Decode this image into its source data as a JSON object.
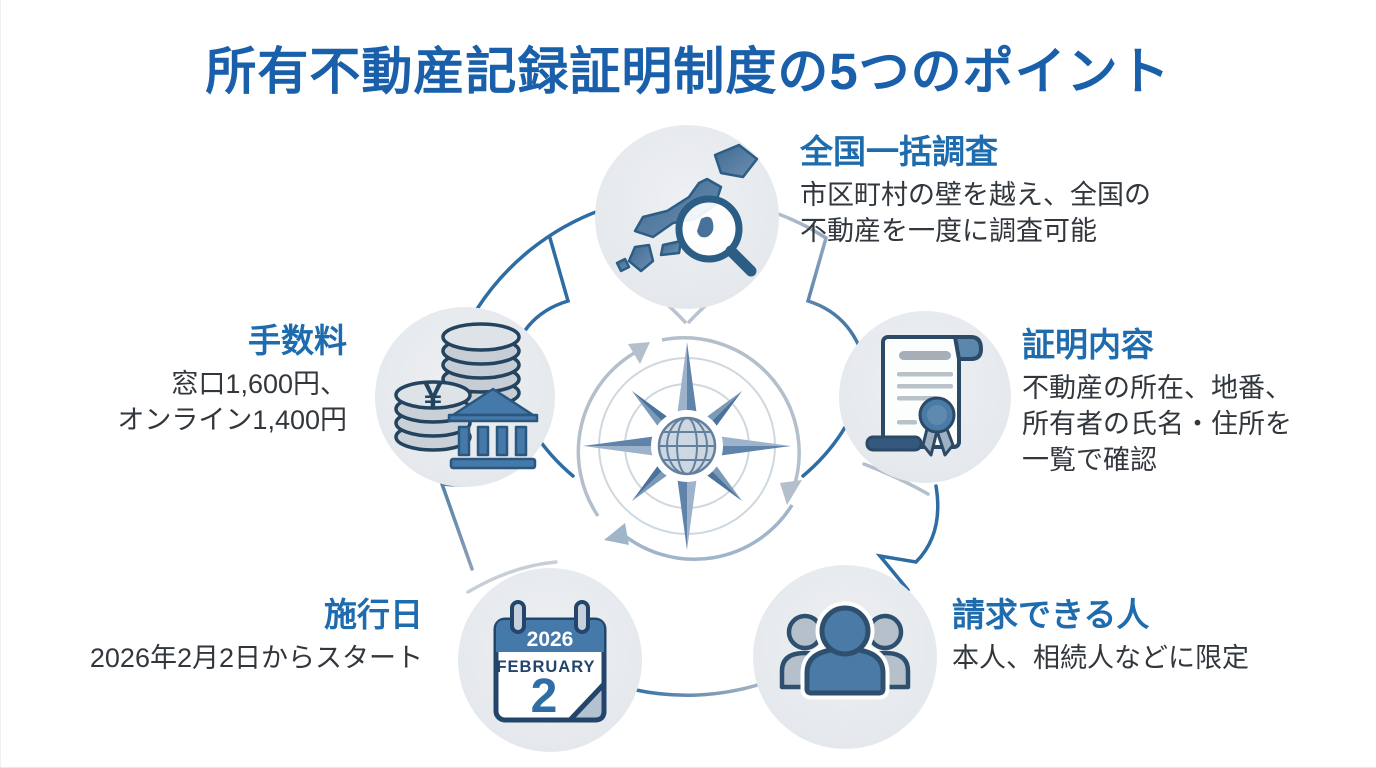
{
  "title": "所有不動産記録証明制度の5つのポイント",
  "points": [
    {
      "id": "national-survey",
      "heading": "全国一括調査",
      "lines": [
        "市区町村の壁を越え、全国の",
        "不動産を一度に調査可能"
      ],
      "icon": "japan-map-magnifier-icon"
    },
    {
      "id": "certificate-content",
      "heading": "証明内容",
      "lines": [
        "不動産の所在、地番、",
        "所有者の氏名・住所を",
        "一覧で確認"
      ],
      "icon": "certificate-ribbon-icon"
    },
    {
      "id": "eligible-requesters",
      "heading": "請求できる人",
      "lines": [
        "本人、相続人などに限定"
      ],
      "icon": "people-group-icon"
    },
    {
      "id": "effective-date",
      "heading": "施行日",
      "lines": [
        "2026年2月2日からスタート"
      ],
      "icon": "calendar-icon"
    },
    {
      "id": "fee",
      "heading": "手数料",
      "lines": [
        "窓口1,600円、",
        "オンライン1,400円"
      ],
      "icon": "coins-bank-icon"
    }
  ],
  "calendar": {
    "year": "2026",
    "month": "FEBRUARY",
    "day": "2"
  },
  "coin_symbol": "¥",
  "center_icon": "compass-globe-icon",
  "colors": {
    "title_blue": "#1a5fa9",
    "heading_blue": "#1e6cae",
    "body_text": "#32373d",
    "node_circle_bg": "#e8ebee",
    "arc_blue": "#2e6da4",
    "arc_gray": "#b3bfcb",
    "icon_outline": "#2c4a66",
    "icon_blue": "#4a7aa6",
    "icon_gray": "#c6cdd4"
  }
}
